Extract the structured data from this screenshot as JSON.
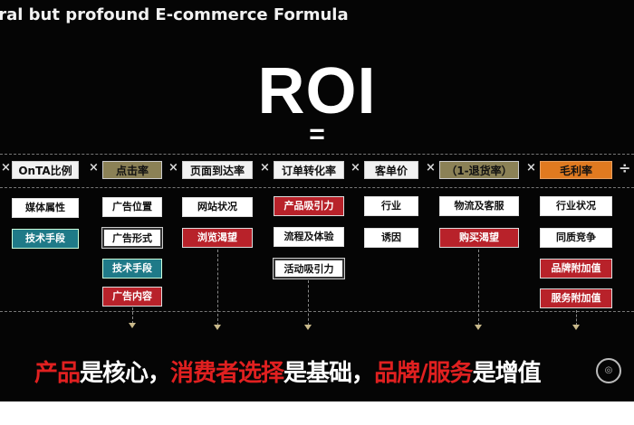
{
  "title": "eral but profound E-commerce Formula",
  "roi": "ROI",
  "equals": "=",
  "operators": {
    "times": "×",
    "divide": "÷"
  },
  "factors": [
    {
      "header": "OnTA比例",
      "items": [
        "媒体属性",
        "技术手段"
      ]
    },
    {
      "header": "点击率",
      "items": [
        "广告位置",
        "广告形式",
        "技术手段",
        "广告内容"
      ]
    },
    {
      "header": "页面到达率",
      "items": [
        "网站状况",
        "浏览渴望"
      ]
    },
    {
      "header": "订单转化率",
      "items": [
        "产品吸引力",
        "流程及体验",
        "活动吸引力"
      ]
    },
    {
      "header": "客单价",
      "items": [
        "行业",
        "诱因"
      ]
    },
    {
      "header": "（1-退货率）",
      "items": [
        "物流及客服",
        "购买渴望"
      ]
    },
    {
      "header": "毛利率",
      "items": [
        "行业状况",
        "同质竞争",
        "品牌附加值",
        "服务附加值"
      ]
    }
  ],
  "tagline": {
    "p1": "产品",
    "p2": "是核心，",
    "p3": "消费者选择",
    "p4": "是基础，",
    "p5": "品牌/服务",
    "p6": "是增值"
  },
  "colors": {
    "background": "#050505",
    "olive": "#8b8156",
    "orange": "#e07a20",
    "teal": "#1f7a88",
    "red": "#b8222a",
    "tagline_red": "#e02020"
  }
}
